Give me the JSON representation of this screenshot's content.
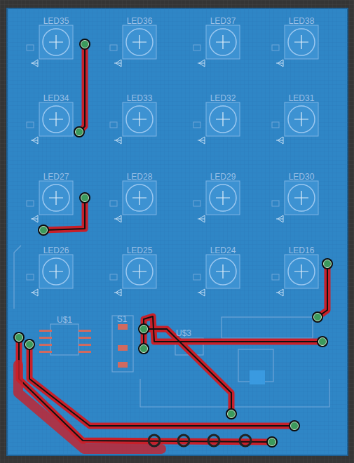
{
  "diagram": {
    "labels": [
      "LED35",
      "LED36",
      "LED37",
      "LED38",
      "LED34",
      "LED33",
      "LED32",
      "LED31",
      "LED27",
      "LED28",
      "LED29",
      "LED30",
      "LED26",
      "LED25",
      "LED24",
      "LED16",
      "U$1",
      "S1",
      "U$3"
    ]
  }
}
